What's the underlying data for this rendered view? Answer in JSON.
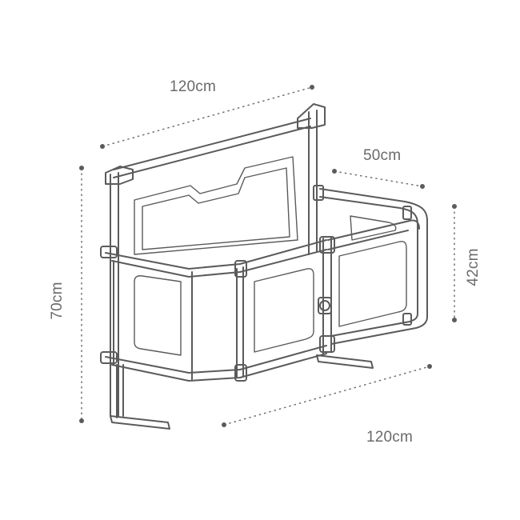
{
  "dimensions": {
    "top_width": "120cm",
    "depth": "50cm",
    "bottom_width": "120cm",
    "total_height": "70cm",
    "rail_height": "42cm"
  },
  "colors": {
    "line": "#5b5b5b",
    "panel_fill": "#f2f2f2",
    "mesh_fill": "#e8e8e8",
    "dimension_line": "#6a6a6a",
    "background": "#ffffff"
  },
  "icons": [
    "bed-rail-product-drawing",
    "dimension-arrow"
  ]
}
